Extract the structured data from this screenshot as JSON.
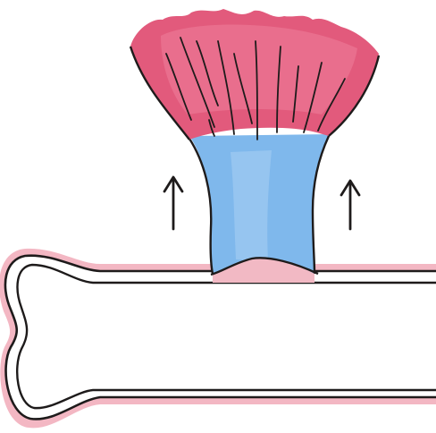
{
  "diagram": {
    "parts": [
      {
        "id": "fan",
        "role": "pink fan-shaped tip with dark striations",
        "color": "#e25a7c"
      },
      {
        "id": "stalk",
        "role": "blue trunk / stalk",
        "color": "#7fb8ec"
      },
      {
        "id": "swelling",
        "role": "pink swelling at the base of the stalk",
        "color": "#f2b9c4"
      },
      {
        "id": "tube",
        "role": "pink outlined dumbbell-ended tube",
        "color": "#f3b7c3"
      }
    ],
    "arrows": [
      {
        "id": "arrow-left",
        "direction": "up",
        "icon": "arrow-up-icon"
      },
      {
        "id": "arrow-right",
        "direction": "up",
        "icon": "arrow-up-icon"
      }
    ],
    "colors": {
      "outline": "#1e1b1b",
      "fan_pink": "#e25a7c",
      "fan_pink_light": "#ef7f9b",
      "stalk_blue": "#7fb8ec",
      "stalk_blue_light": "#9fcbf2",
      "tube_pink": "#f3b7c3",
      "background": "#ffffff"
    }
  }
}
